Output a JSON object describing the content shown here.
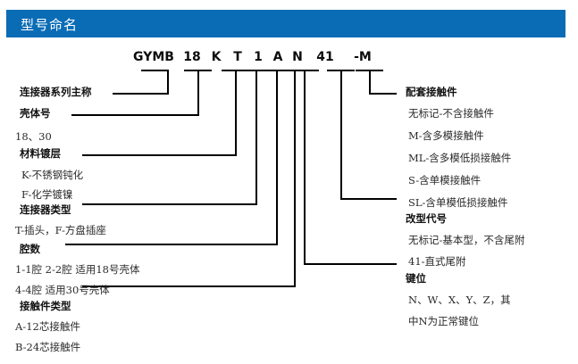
{
  "header": {
    "title": "型号命名",
    "bar_color": "#0a6cb5",
    "title_color": "#ffffff"
  },
  "model_code": {
    "full": "GYMB 18 K T 1 A N 41 -M",
    "segments": [
      {
        "key": "series",
        "text": "GYMB"
      },
      {
        "key": "shell",
        "text": "18"
      },
      {
        "key": "plating",
        "text": "K"
      },
      {
        "key": "conn_type",
        "text": "T"
      },
      {
        "key": "cavity",
        "text": "1"
      },
      {
        "key": "contact",
        "text": "A"
      },
      {
        "key": "keying",
        "text": "N"
      },
      {
        "key": "variant",
        "text": "41"
      },
      {
        "key": "accessory",
        "text": "-M"
      }
    ]
  },
  "left_groups": [
    {
      "key": "series",
      "title": "连接器系列主称",
      "details": []
    },
    {
      "key": "shell",
      "title": "壳体号",
      "details": [
        "18、30"
      ]
    },
    {
      "key": "plating",
      "title": "材料镀层",
      "details": [
        "K-不锈钢钝化",
        "F-化学镀镍"
      ]
    },
    {
      "key": "conn_type",
      "title": "连接器类型",
      "details": [
        "T-插头，F-方盘插座"
      ]
    },
    {
      "key": "cavity",
      "title": "腔数",
      "details": [
        "1-1腔  2-2腔   适用18号壳体",
        "4-4腔          适用30号壳体"
      ]
    },
    {
      "key": "contact",
      "title": "接触件类型",
      "details": [
        "A-12芯接触件",
        "B-24芯接触件"
      ]
    }
  ],
  "right_groups": [
    {
      "key": "accessory",
      "title": "配套接触件",
      "details": [
        "无标记-不含接触件",
        "M-含多模接触件",
        "ML-含多模低损接触件",
        "S-含单模接触件",
        "SL-含单模低损接触件"
      ]
    },
    {
      "key": "variant",
      "title": "改型代号",
      "details": [
        "无标记-基本型，不含尾附",
        "41-直式尾附"
      ]
    },
    {
      "key": "keying",
      "title": "键位",
      "details": [
        "N、W、X、Y、Z，其",
        "中N为正常键位"
      ]
    }
  ]
}
